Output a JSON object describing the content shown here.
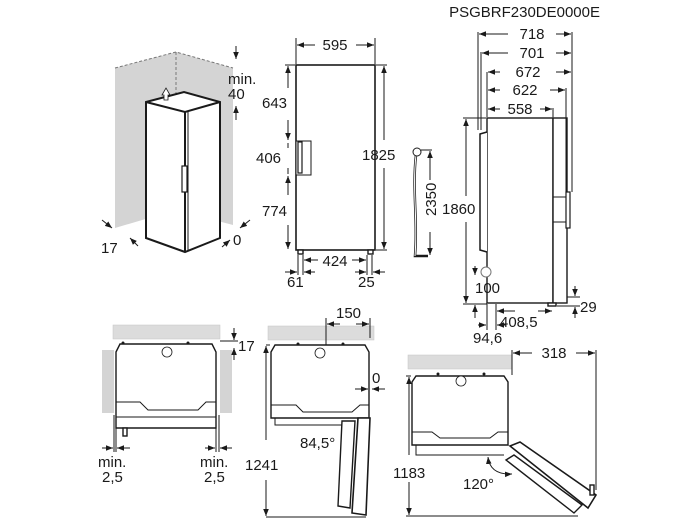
{
  "title": "PSGBRF230DE0000E",
  "colors": {
    "line": "#1a1a1a",
    "wall": "#d4d4d4",
    "background": "#ffffff"
  },
  "perspective_view": {
    "top_clearance_label": "min.",
    "top_clearance_value": "40",
    "side_clearance": "17",
    "back_clearance": "0"
  },
  "front_view": {
    "width": "595",
    "height": "1825",
    "upper_section": "643",
    "handle_section": "406",
    "lower_section": "774",
    "feet_spacing": "424",
    "left_foot_offset": "61",
    "right_foot_offset": "25",
    "power_cord_length": "2350"
  },
  "side_view": {
    "depth_718": "718",
    "depth_701": "701",
    "depth_672": "672",
    "depth_622": "622",
    "depth_558": "558",
    "height": "1860",
    "plug_height": "100",
    "foot_depth": "408,5",
    "back_foot_offset": "94,6",
    "front_foot_height": "29"
  },
  "top_views": {
    "left": {
      "top_gap": "17",
      "side_min_left_label": "min.",
      "side_min_left_value": "2,5",
      "side_min_right_label": "min.",
      "side_min_right_value": "2,5"
    },
    "middle": {
      "hinge_offset": "150",
      "side_gap": "0",
      "door_angle": "84,5°",
      "total_depth": "1241"
    },
    "right": {
      "door_clearance": "318",
      "door_angle": "120°",
      "total_depth": "1183"
    }
  }
}
